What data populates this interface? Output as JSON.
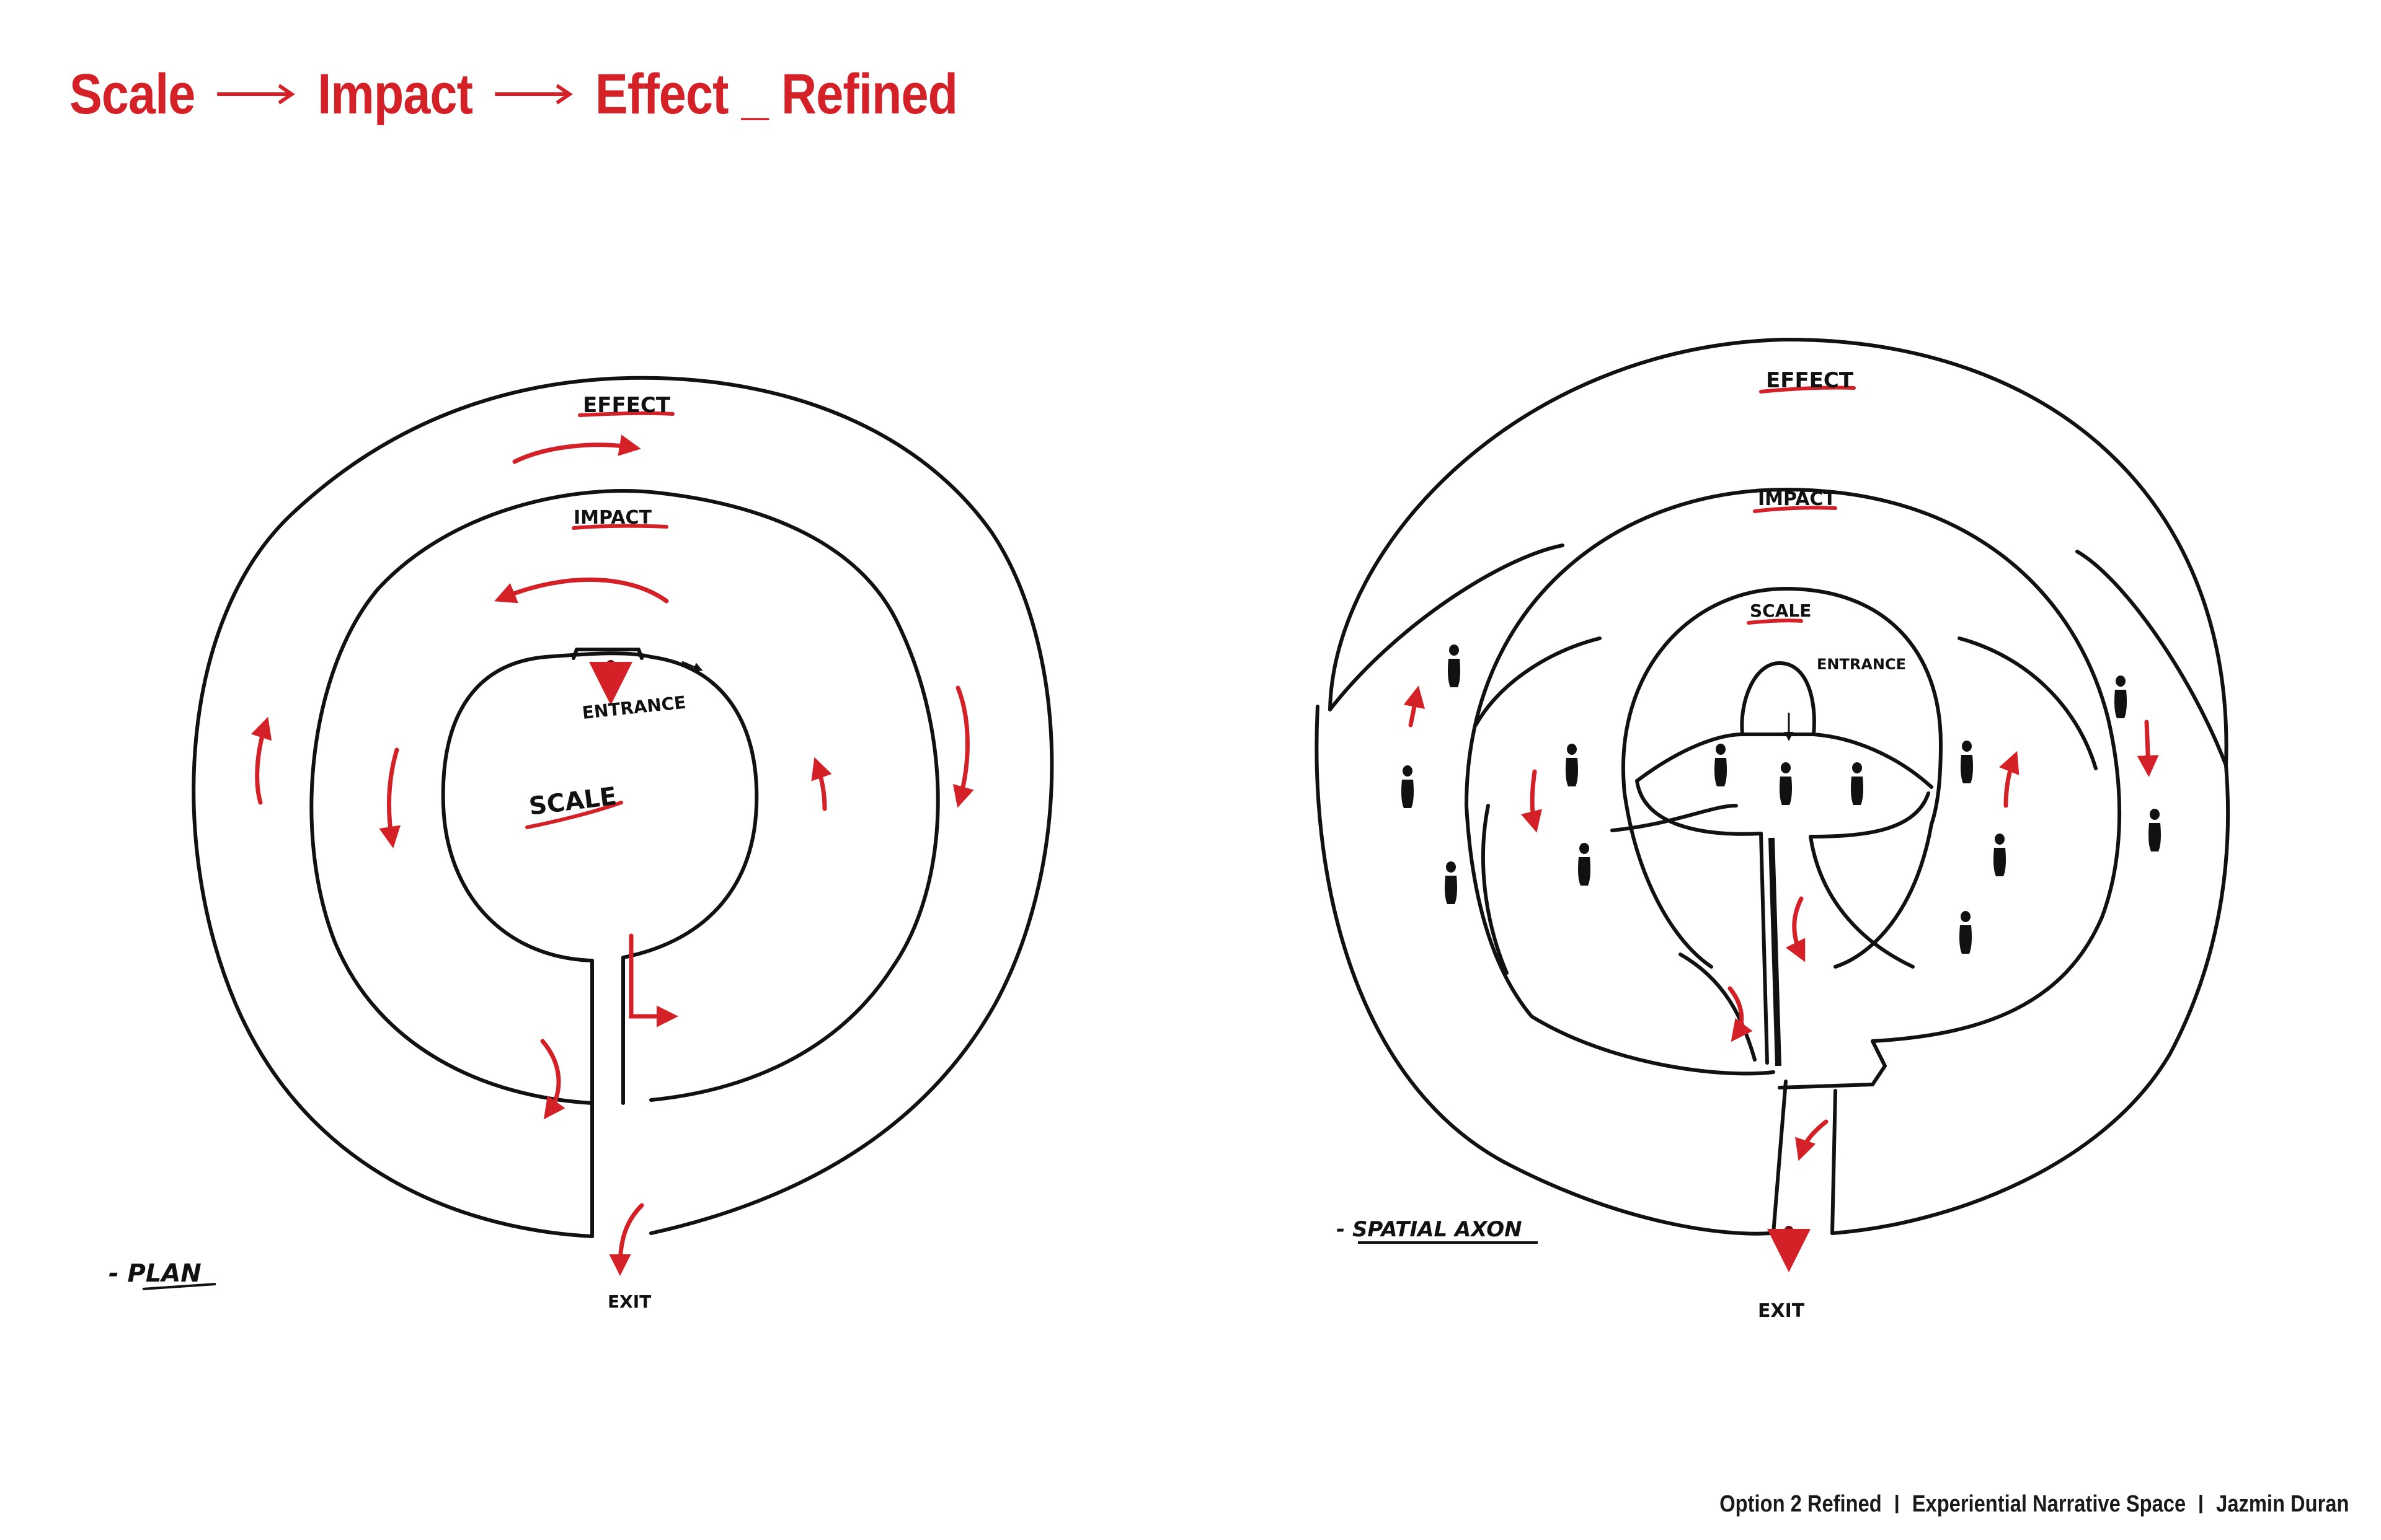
{
  "header": {
    "title_parts": [
      "Scale",
      "Impact",
      "Effect _ Refined"
    ]
  },
  "plan": {
    "labels": {
      "effect": "EFFECT",
      "impact": "IMPACT",
      "scale": "SCALE",
      "entrance": "ENTRANCE",
      "exit": "EXIT",
      "caption": "- PLAN"
    }
  },
  "axon": {
    "labels": {
      "effect": "EFFECT",
      "impact": "IMPACT",
      "scale": "SCALE",
      "entrance": "ENTRANCE",
      "exit": "EXIT",
      "caption": "- SPATIAL AXON"
    }
  },
  "footer": {
    "parts": [
      "Option 2 Refined",
      "Experiential Narrative Space",
      "Jazmin Duran"
    ]
  },
  "colors": {
    "accent": "#d42027",
    "ink": "#111111"
  }
}
